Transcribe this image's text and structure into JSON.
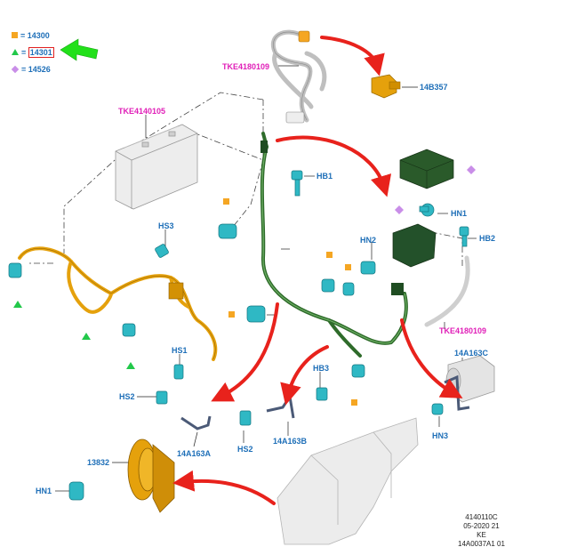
{
  "legend": [
    {
      "symbol": "square",
      "color": "#f5a623",
      "eq": "=",
      "code": "14300",
      "highlighted": false
    },
    {
      "symbol": "triangle",
      "color": "#22c84a",
      "eq": "=",
      "code": "14301",
      "highlighted": true
    },
    {
      "symbol": "diamond",
      "color": "#c98ee8",
      "eq": "=",
      "code": "14526",
      "highlighted": false
    }
  ],
  "labels": {
    "tke4180109_top": "TKE4180109",
    "p14b357": "14B357",
    "tke4140105": "TKE4140105",
    "hb1": "HB1",
    "hn1_right": "HN1",
    "hb2": "HB2",
    "hn2": "HN2",
    "hs3": "HS3",
    "tke4180109_right": "TKE4180109",
    "hs1": "HS1",
    "hb3": "HB3",
    "p14a163c": "14A163C",
    "hs2_left": "HS2",
    "p14a163a": "14A163A",
    "hs2_bottom": "HS2",
    "p14a163b": "14A163B",
    "hn3": "HN3",
    "p13832": "13832",
    "hn1_left": "HN1"
  },
  "doc_ref": {
    "line1": "4140110C",
    "line2": "05-2020 21",
    "line3": "KE",
    "line4": "14A0037A1 01"
  },
  "colors": {
    "label_blue": "#1e6fb8",
    "label_pink": "#e020b8",
    "arrow_red": "#e8221c",
    "arrow_green": "#22e01a",
    "harness_green": "#2e6b2a",
    "cable_orange": "#e5a10c",
    "fastener_cyan": "#2fb8c4",
    "module_dark_green": "#1f4d22"
  }
}
